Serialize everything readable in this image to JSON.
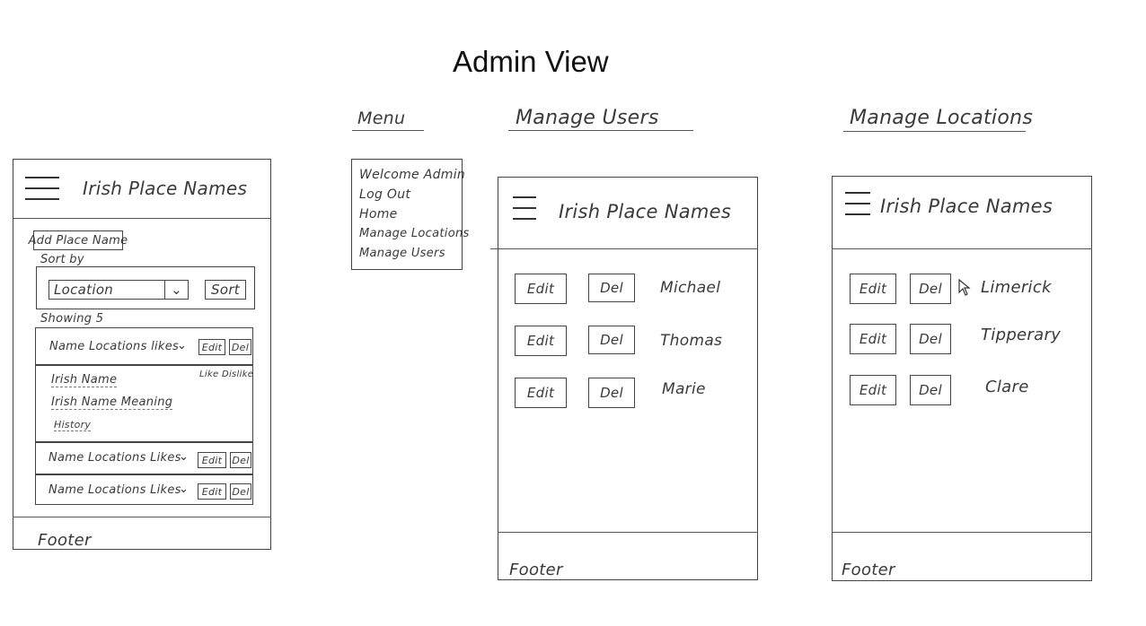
{
  "page_title": "Admin View",
  "brand": "Irish Place Names",
  "footer": "Footer",
  "home_view": {
    "add_button": "Add Place Name",
    "sort_by_label": "Sort by",
    "sort_select_value": "Location",
    "sort_button": "Sort",
    "showing": "Showing 5",
    "row_label": "Name Locations Likes",
    "row_label_1": "Name Locations likes",
    "edit_label": "Edit",
    "del_label": "Del",
    "expanded": {
      "like_dislike": "Like Dislike",
      "irish_name": "Irish Name",
      "irish_name_meaning": "Irish Name Meaning",
      "history": "History"
    }
  },
  "menu": {
    "title": "Menu",
    "items": [
      "Welcome Admin",
      "Log Out",
      "Home",
      "Manage Locations",
      "Manage Users"
    ]
  },
  "manage_users": {
    "title": "Manage Users",
    "rows": [
      {
        "edit": "Edit",
        "del": "Del",
        "name": "Michael"
      },
      {
        "edit": "Edit",
        "del": "Del",
        "name": "Thomas"
      },
      {
        "edit": "Edit",
        "del": "Del",
        "name": "Marie"
      }
    ]
  },
  "manage_locations": {
    "title": "Manage Locations",
    "rows": [
      {
        "edit": "Edit",
        "del": "Del",
        "name": "Limerick"
      },
      {
        "edit": "Edit",
        "del": "Del",
        "name": "Tipperary"
      },
      {
        "edit": "Edit",
        "del": "Del",
        "name": "Clare"
      }
    ]
  }
}
